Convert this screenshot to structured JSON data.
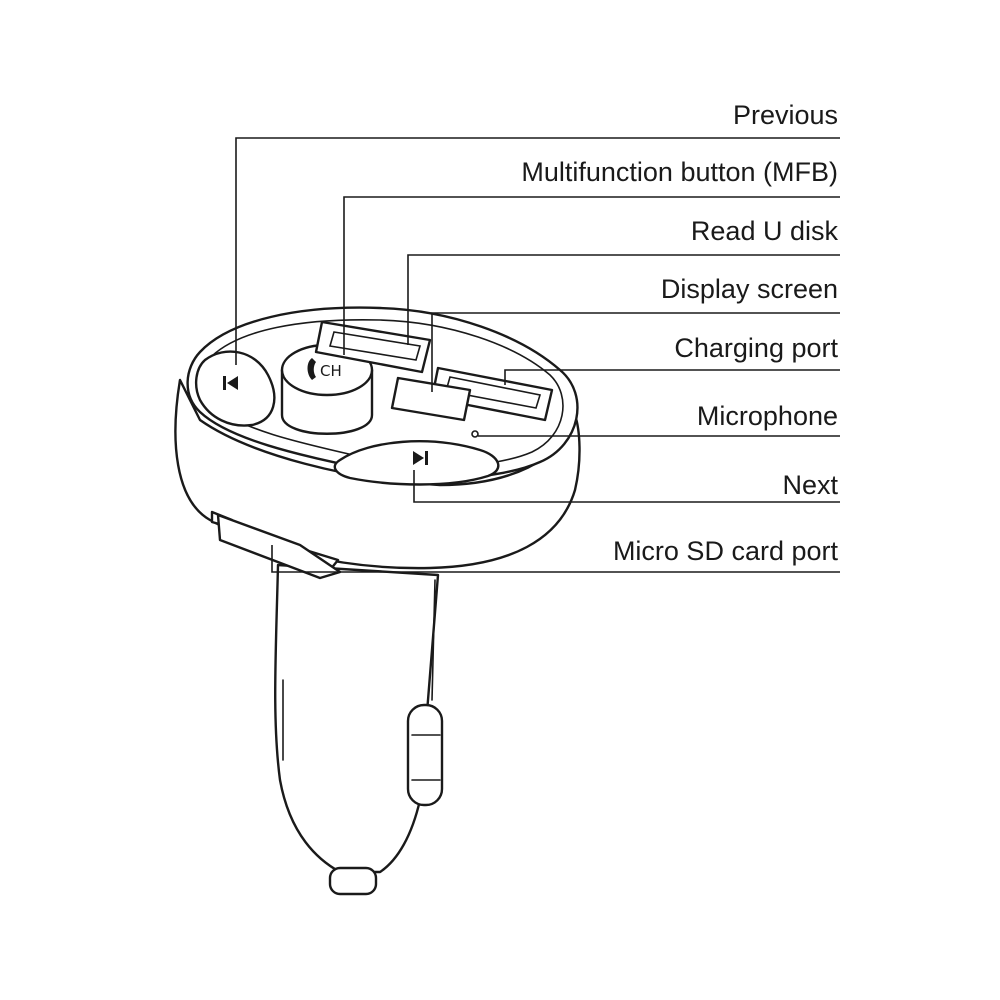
{
  "diagram": {
    "labels": {
      "previous": "Previous",
      "mfb": "Multifunction button (MFB)",
      "read_u_disk": "Read U disk",
      "display_screen": "Display screen",
      "charging_port": "Charging port",
      "microphone": "Microphone",
      "next": "Next",
      "micro_sd": "Micro SD card port"
    },
    "mfb_marking": "CH"
  }
}
